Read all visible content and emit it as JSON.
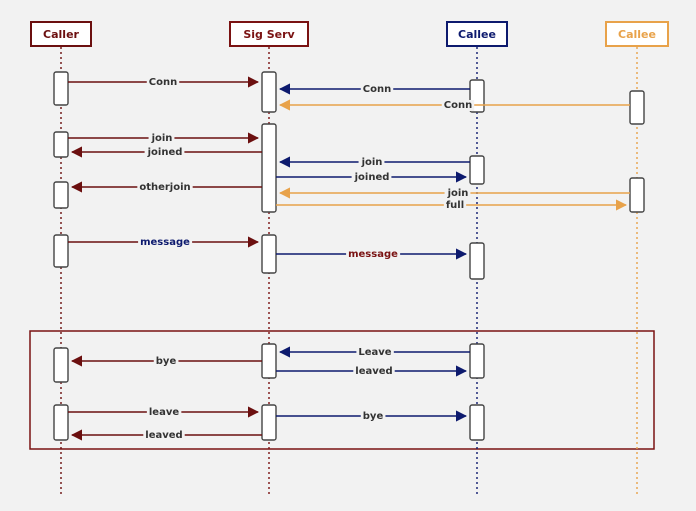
{
  "colors": {
    "caller": "#6b0f0f",
    "server": "#7a1212",
    "callee": "#0d1a6e",
    "callee2": "#e8a24a",
    "text": "#333333",
    "group": "#7a1212"
  },
  "participants": [
    {
      "id": "caller",
      "label": "Caller",
      "color": "#6b0f0f"
    },
    {
      "id": "sigserv",
      "label": "Sig Serv",
      "color": "#7a1212"
    },
    {
      "id": "callee",
      "label": "Callee",
      "color": "#0d1a6e"
    },
    {
      "id": "callee2",
      "label": "Callee",
      "color": "#e8a24a"
    }
  ],
  "messages": [
    {
      "from": "caller",
      "to": "sigserv",
      "label": "Conn",
      "color": "#6b0f0f"
    },
    {
      "from": "callee",
      "to": "sigserv",
      "label": "Conn",
      "color": "#0d1a6e"
    },
    {
      "from": "callee2",
      "to": "sigserv",
      "label": "Conn",
      "color": "#e8a24a"
    },
    {
      "from": "caller",
      "to": "sigserv",
      "label": "join",
      "color": "#6b0f0f"
    },
    {
      "from": "sigserv",
      "to": "caller",
      "label": "joined",
      "color": "#6b0f0f"
    },
    {
      "from": "callee",
      "to": "sigserv",
      "label": "join",
      "color": "#0d1a6e"
    },
    {
      "from": "sigserv",
      "to": "callee",
      "label": "joined",
      "color": "#0d1a6e"
    },
    {
      "from": "sigserv",
      "to": "caller",
      "label": "otherjoin",
      "color": "#6b0f0f"
    },
    {
      "from": "callee2",
      "to": "sigserv",
      "label": "join",
      "color": "#e8a24a"
    },
    {
      "from": "sigserv",
      "to": "callee2",
      "label": "full",
      "color": "#e8a24a"
    },
    {
      "from": "caller",
      "to": "sigserv",
      "label": "message",
      "color": "#6b0f0f",
      "labelColor": "#0d1a6e"
    },
    {
      "from": "sigserv",
      "to": "callee",
      "label": "message",
      "color": "#0d1a6e",
      "labelColor": "#7a1212"
    },
    {
      "from": "callee",
      "to": "sigserv",
      "label": "Leave",
      "color": "#0d1a6e"
    },
    {
      "from": "sigserv",
      "to": "caller",
      "label": "bye",
      "color": "#6b0f0f"
    },
    {
      "from": "sigserv",
      "to": "callee",
      "label": "leaved",
      "color": "#0d1a6e"
    },
    {
      "from": "caller",
      "to": "sigserv",
      "label": "leave",
      "color": "#6b0f0f"
    },
    {
      "from": "sigserv",
      "to": "caller",
      "label": "leaved",
      "color": "#6b0f0f"
    },
    {
      "from": "sigserv",
      "to": "callee",
      "label": "bye",
      "color": "#0d1a6e"
    }
  ]
}
